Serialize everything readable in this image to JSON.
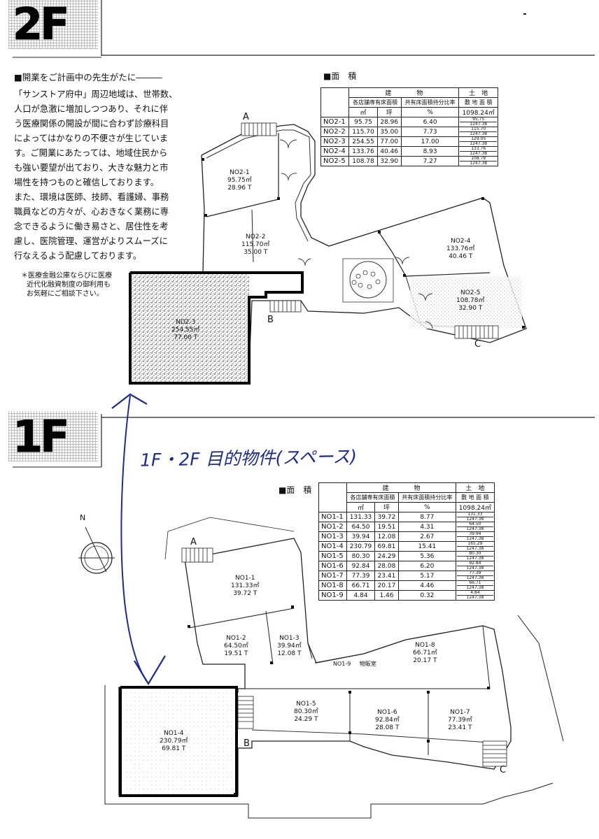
{
  "floors": {
    "second": "2F",
    "first": "1F"
  },
  "intro": {
    "heading": "■開業をご計画中の先生がたに―――",
    "lines": [
      "「サンストア府中」周辺地域は、世帯数、",
      "人口が急激に増加しつつあり、それに伴",
      "う医療関係の開設が間に合わず診療科目",
      "によってはかなりの不便さが生じていま",
      "す。ご開業にあたっては、地域住民から",
      "も強い要望が出ており、大きな魅力と市",
      "場性を持つものと確信しております。",
      "また、環境は医師、技師、看護婦、事務",
      "職員などの方々が、心おきなく業務に専",
      "念できるように働き易さと、居住性を考",
      "慮し、医院管理、運営がよりスムーズに",
      "行なえるよう配慮しております。"
    ],
    "note": [
      "＊医療金融公庫ならびに医療",
      "近代化融資制度の御利用も",
      "お気軽にご相談下さい。"
    ]
  },
  "area_title": "■面　積",
  "table_headers": {
    "building": "建　　　　物",
    "land": "土　地",
    "floor_area": "各店舗専有床面積",
    "common_ratio": "共有床面積持分比率",
    "site_area": "敷 地 面 積",
    "site_value": "1098.24㎡",
    "unit_m2": "㎡",
    "unit_tsubo": "坪",
    "unit_pct": "%"
  },
  "table_2f": [
    {
      "no": "NO2-1",
      "m2": "95.75",
      "tsubo": "28.96",
      "pct": "6.40",
      "frac_top": "95.75",
      "frac_bot": "1247.38"
    },
    {
      "no": "NO2-2",
      "m2": "115.70",
      "tsubo": "35.00",
      "pct": "7.73",
      "frac_top": "115.70",
      "frac_bot": "1247.38"
    },
    {
      "no": "NO2-3",
      "m2": "254.55",
      "tsubo": "77.00",
      "pct": "17.00",
      "frac_top": "129.05",
      "frac_bot": "1247.38"
    },
    {
      "no": "NO2-4",
      "m2": "133.76",
      "tsubo": "40.46",
      "pct": "8.93",
      "frac_top": "133.76",
      "frac_bot": "1247.38"
    },
    {
      "no": "NO2-5",
      "m2": "108.78",
      "tsubo": "32.90",
      "pct": "7.27",
      "frac_top": "108.78",
      "frac_bot": "1247.38"
    }
  ],
  "table_1f": [
    {
      "no": "NO1-1",
      "m2": "131.33",
      "tsubo": "39.72",
      "pct": "8.77",
      "frac_top": "131.33",
      "frac_bot": "1247.38"
    },
    {
      "no": "NO1-2",
      "m2": "64.50",
      "tsubo": "19.51",
      "pct": "4.31",
      "frac_top": "64.50",
      "frac_bot": "1247.38"
    },
    {
      "no": "NO1-3",
      "m2": "39.94",
      "tsubo": "12.08",
      "pct": "2.67",
      "frac_top": "39.94",
      "frac_bot": "1247.38"
    },
    {
      "no": "NO1-4",
      "m2": "230.79",
      "tsubo": "69.81",
      "pct": "15.41",
      "frac_top": "165.29",
      "frac_bot": "1247.38"
    },
    {
      "no": "NO1-5",
      "m2": "80.30",
      "tsubo": "24.29",
      "pct": "5.36",
      "frac_top": "80.30",
      "frac_bot": "1247.38"
    },
    {
      "no": "NO1-6",
      "m2": "92.84",
      "tsubo": "28.08",
      "pct": "6.20",
      "frac_top": "92.84",
      "frac_bot": "1247.38"
    },
    {
      "no": "NO1-7",
      "m2": "77.39",
      "tsubo": "23.41",
      "pct": "5.17",
      "frac_top": "77.39",
      "frac_bot": "1247.38"
    },
    {
      "no": "NO1-8",
      "m2": "66.71",
      "tsubo": "20.17",
      "pct": "4.46",
      "frac_top": "66.71",
      "frac_bot": "1247.38"
    },
    {
      "no": "NO1-9",
      "m2": "4.84",
      "tsubo": "1.46",
      "pct": "0.32",
      "frac_top": "4.84",
      "frac_bot": "1247.38"
    }
  ],
  "rooms_2f": {
    "r1": [
      "NO2-1",
      "95.75㎡",
      "28.96 T"
    ],
    "r2": [
      "NO2-2",
      "115.70㎡",
      "35.00 T"
    ],
    "r3": [
      "NO2-3",
      "254.55㎡",
      "77.00 T"
    ],
    "r4": [
      "NO2-4",
      "133.76㎡",
      "40.46 T"
    ],
    "r5": [
      "NO2-5",
      "108.78㎡",
      "32.90 T"
    ]
  },
  "rooms_1f": {
    "r1": [
      "NO1-1",
      "131.33㎡",
      "39.72 T"
    ],
    "r2": [
      "NO1-2",
      "64.50㎡",
      "19.51 T"
    ],
    "r3": [
      "NO1-3",
      "39.94㎡",
      "12.08 T"
    ],
    "r4": [
      "NO1-4",
      "230.79㎡",
      "69.81 T"
    ],
    "r5": [
      "NO1-5",
      "80.30㎡",
      "24.29 T"
    ],
    "r6": [
      "NO1-6",
      "92.84㎡",
      "28.08 T"
    ],
    "r7": [
      "NO1-7",
      "77.39㎡",
      "23.41 T"
    ],
    "r8": [
      "NO1-8",
      "66.71㎡",
      "20.17 T"
    ],
    "r9": "NO1-9",
    "r9_label": "物販室"
  },
  "entrances": {
    "a": "A",
    "b": "B",
    "c": "C"
  },
  "compass": "N",
  "handwritten_note": "1F・2F 目的物件(スペース)",
  "colors": {
    "ink": "#111111",
    "handwriting": "#1f2d8a"
  }
}
